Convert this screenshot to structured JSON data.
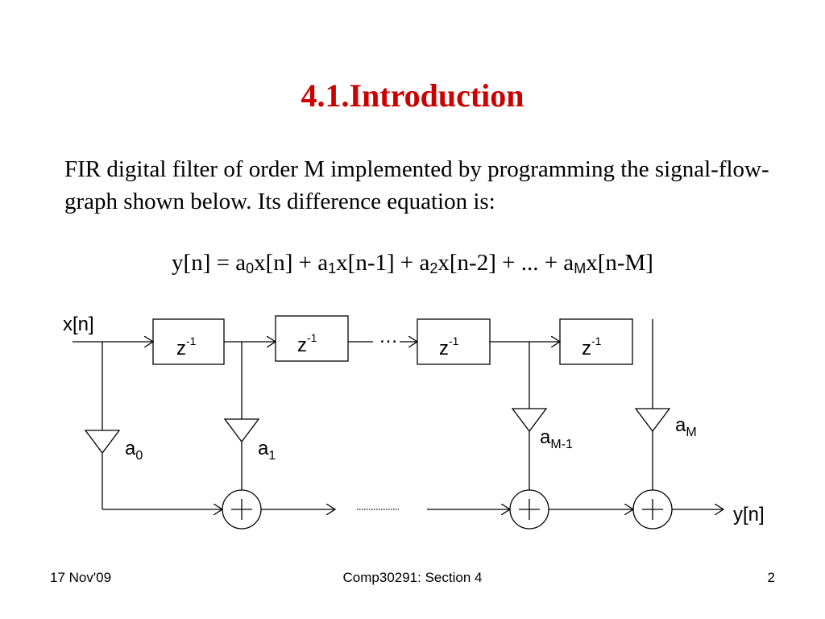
{
  "slide": {
    "title": "4.1.Introduction",
    "intro_text": "FIR digital filter of order M implemented by programming the signal-flow-graph shown below.  Its difference equation is:"
  },
  "equation": {
    "p1": "y[n] = a",
    "s1": "0",
    "p2": "x[n] + a",
    "s2": "1",
    "p3": "x[n-1] + a",
    "s3": "2",
    "p4": "x[n-2] + ... + a",
    "s4": "M",
    "p5": "x[n-M]"
  },
  "diagram": {
    "input_label": "x[n]",
    "output_label": "y[n]",
    "delay_base": "z",
    "delay_exp": "-1",
    "ellipsis": "…",
    "gain_base": "a",
    "gains": [
      "0",
      "1",
      "M-1",
      "M"
    ]
  },
  "footer": {
    "date": "17 Nov'09",
    "course": "Comp30291: Section 4",
    "page": "2"
  }
}
